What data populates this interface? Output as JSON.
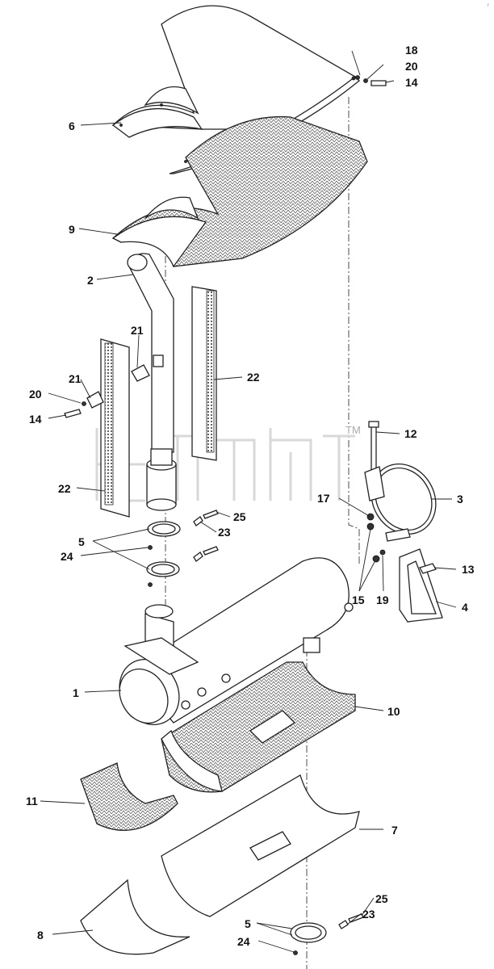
{
  "watermark": {
    "trademark": "TM"
  },
  "corner_mark": "r",
  "callouts": [
    {
      "id": "c18",
      "text": "18"
    },
    {
      "id": "c20a",
      "text": "20"
    },
    {
      "id": "c14a",
      "text": "14"
    },
    {
      "id": "c6",
      "text": "6"
    },
    {
      "id": "c9",
      "text": "9"
    },
    {
      "id": "c2",
      "text": "2"
    },
    {
      "id": "c21a",
      "text": "21"
    },
    {
      "id": "c22a",
      "text": "22"
    },
    {
      "id": "c21b",
      "text": "21"
    },
    {
      "id": "c20b",
      "text": "20"
    },
    {
      "id": "c14b",
      "text": "14"
    },
    {
      "id": "c12",
      "text": "12"
    },
    {
      "id": "c17",
      "text": "17"
    },
    {
      "id": "c3",
      "text": "3"
    },
    {
      "id": "c22b",
      "text": "22"
    },
    {
      "id": "c25a",
      "text": "25"
    },
    {
      "id": "c5a",
      "text": "5"
    },
    {
      "id": "c23a",
      "text": "23"
    },
    {
      "id": "c24a",
      "text": "24"
    },
    {
      "id": "c13",
      "text": "13"
    },
    {
      "id": "c15",
      "text": "15"
    },
    {
      "id": "c19",
      "text": "19"
    },
    {
      "id": "c4",
      "text": "4"
    },
    {
      "id": "c1",
      "text": "1"
    },
    {
      "id": "c10",
      "text": "10"
    },
    {
      "id": "c11",
      "text": "11"
    },
    {
      "id": "c7",
      "text": "7"
    },
    {
      "id": "c25b",
      "text": "25"
    },
    {
      "id": "c5b",
      "text": "5"
    },
    {
      "id": "c23b",
      "text": "23"
    },
    {
      "id": "c8",
      "text": "8"
    },
    {
      "id": "c24b",
      "text": "24"
    }
  ]
}
